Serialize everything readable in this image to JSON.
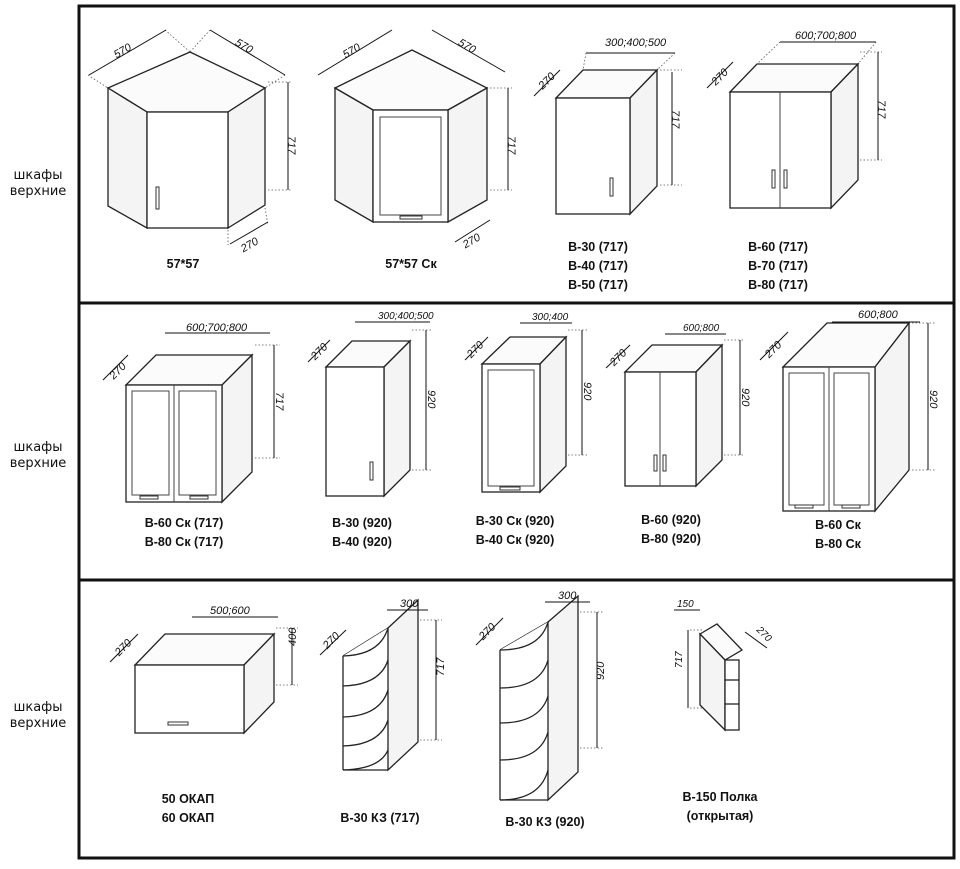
{
  "row_label": {
    "line1": "шкафы",
    "line2": "верхние"
  },
  "rows": [
    {
      "items": [
        {
          "dims": [
            "570",
            "570",
            "717",
            "270"
          ],
          "captions": [
            "57*57"
          ]
        },
        {
          "dims": [
            "570",
            "570",
            "717",
            "270"
          ],
          "captions": [
            "57*57 Ск"
          ]
        },
        {
          "dims": [
            "300;400;500",
            "270",
            "717"
          ],
          "captions": [
            "В-30 (717)",
            "В-40 (717)",
            "В-50 (717)"
          ]
        },
        {
          "dims": [
            "600;700;800",
            "270",
            "717"
          ],
          "captions": [
            "В-60 (717)",
            "В-70 (717)",
            "В-80 (717)"
          ]
        }
      ]
    },
    {
      "items": [
        {
          "dims": [
            "600;700;800",
            "270",
            "717"
          ],
          "captions": [
            "В-60 Ск (717)",
            "В-80 Ск (717)"
          ]
        },
        {
          "dims": [
            "300;400;500",
            "270",
            "920"
          ],
          "captions": [
            "В-30 (920)",
            "В-40 (920)"
          ]
        },
        {
          "dims": [
            "300;400",
            "270",
            "920"
          ],
          "captions": [
            "В-30 Ск (920)",
            "В-40 Ск (920)"
          ]
        },
        {
          "dims": [
            "600;800",
            "270",
            "920"
          ],
          "captions": [
            "В-60 (920)",
            "В-80 (920)"
          ]
        },
        {
          "dims": [
            "600;800",
            "270",
            "920"
          ],
          "captions": [
            "В-60 Ск",
            "В-80 Ск"
          ]
        }
      ]
    },
    {
      "items": [
        {
          "dims": [
            "500;600",
            "270",
            "400"
          ],
          "captions": [
            "50 ОКАП",
            "60 ОКАП"
          ]
        },
        {
          "dims": [
            "300",
            "270",
            "717"
          ],
          "captions": [
            "В-30 КЗ (717)"
          ]
        },
        {
          "dims": [
            "300",
            "270",
            "920"
          ],
          "captions": [
            "В-30 КЗ (920)"
          ]
        },
        {
          "dims": [
            "150",
            "270",
            "717"
          ],
          "captions": [
            "В-150 Полка",
            "(открытая)"
          ]
        }
      ]
    }
  ]
}
